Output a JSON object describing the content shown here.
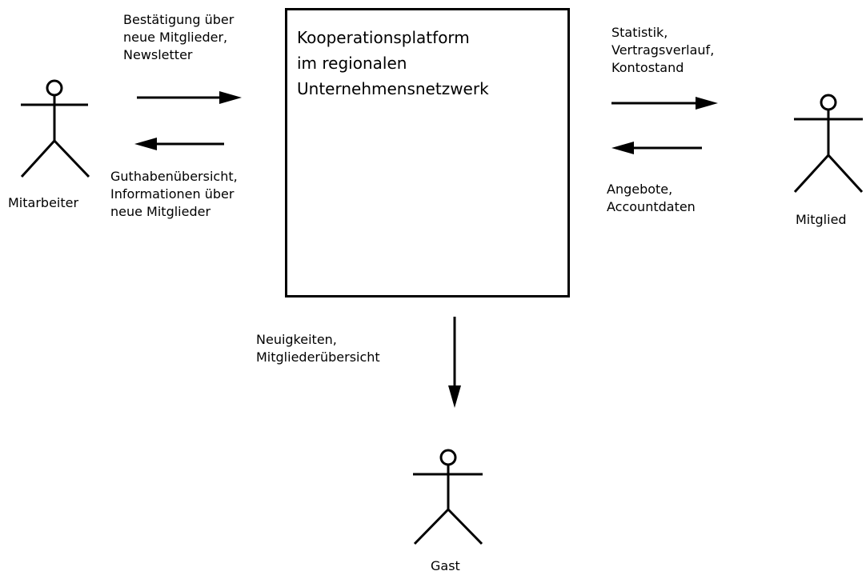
{
  "system": {
    "title_lines": [
      "Kooperationsplatform",
      "im regionalen",
      "Unternehmensnetzwerk"
    ]
  },
  "actors": {
    "mitarbeiter": "Mitarbeiter",
    "mitglied": "Mitglied",
    "gast": "Gast"
  },
  "flows": {
    "mitarbeiter_to_system": [
      "Bestätigung über",
      "neue Mitglieder,",
      "Newsletter"
    ],
    "system_to_mitarbeiter": [
      "Guthabenübersicht,",
      "Informationen über",
      "neue Mitglieder"
    ],
    "system_to_mitglied": [
      "Statistik,",
      "Vertragsverlauf,",
      "Kontostand"
    ],
    "mitglied_to_system": [
      "Angebote,",
      "Accountdaten"
    ],
    "system_to_gast": [
      "Neuigkeiten,",
      "Mitgliederübersicht"
    ]
  },
  "colors": {
    "stroke": "#000000",
    "background": "#ffffff"
  }
}
